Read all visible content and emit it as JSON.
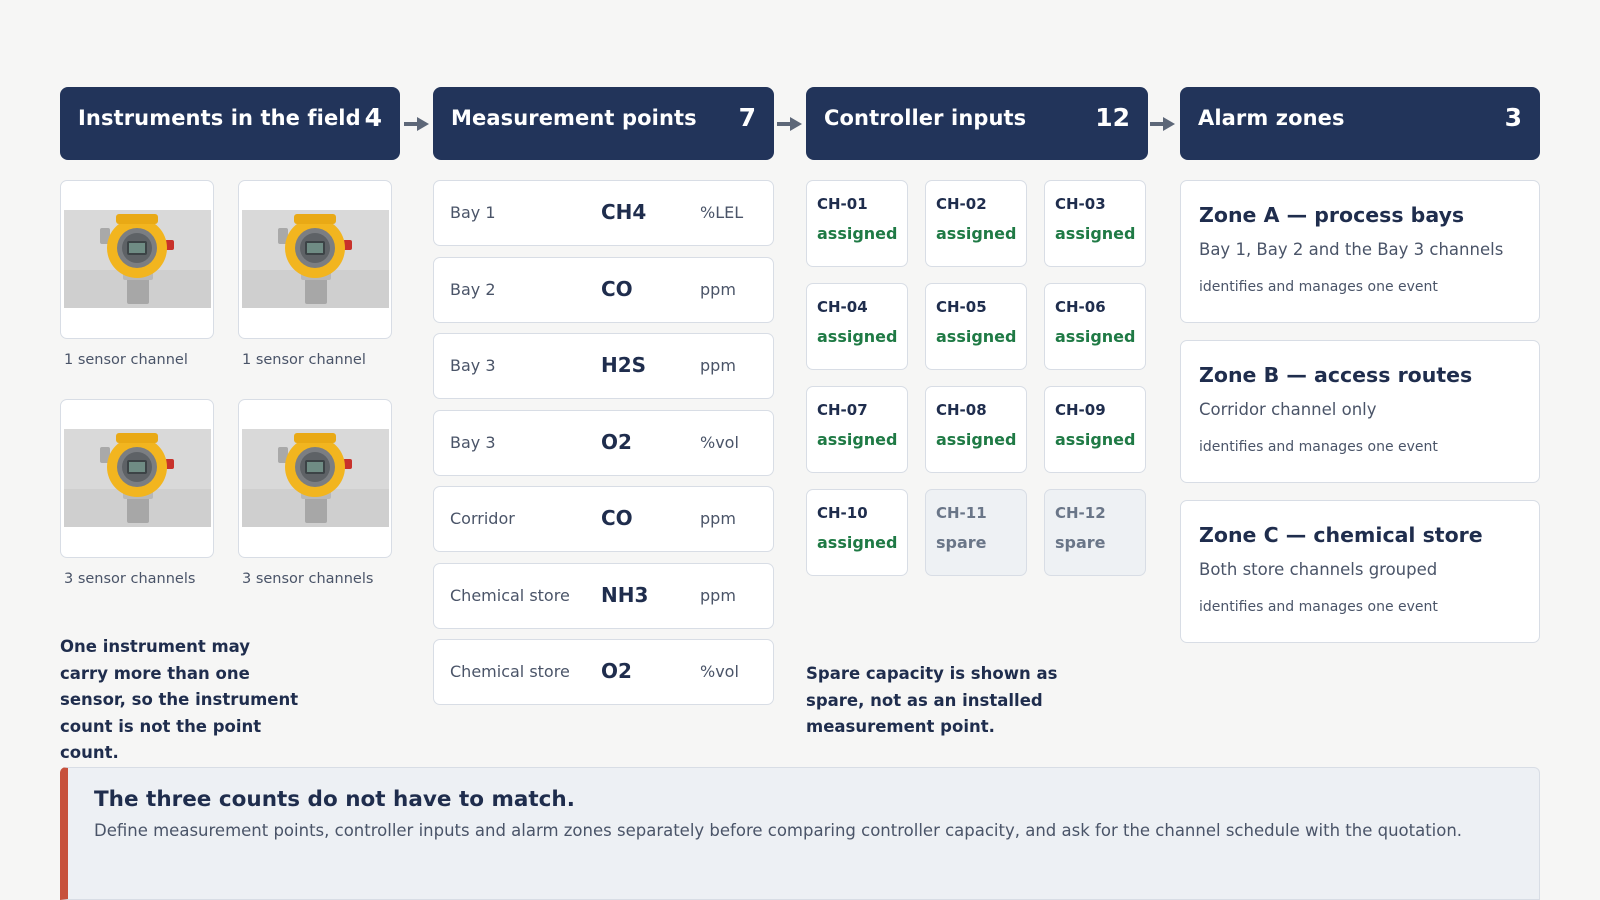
{
  "instruments": {
    "title": "Instruments in the field",
    "count": "4",
    "items": [
      {
        "caption": "1 sensor channel"
      },
      {
        "caption": "1 sensor channel"
      },
      {
        "caption": "3 sensor channels"
      },
      {
        "caption": "3 sensor channels"
      }
    ],
    "note": "One instrument may carry more than one sensor, so the instrument count is not the point count."
  },
  "measurement_points": {
    "title": "Measurement points",
    "count": "7",
    "items": [
      {
        "location": "Bay 1",
        "gas": "CH4",
        "unit": "%LEL"
      },
      {
        "location": "Bay 2",
        "gas": "CO",
        "unit": "ppm"
      },
      {
        "location": "Bay 3",
        "gas": "H2S",
        "unit": "ppm"
      },
      {
        "location": "Bay 3",
        "gas": "O2",
        "unit": "%vol"
      },
      {
        "location": "Corridor",
        "gas": "CO",
        "unit": "ppm"
      },
      {
        "location": "Chemical store",
        "gas": "NH3",
        "unit": "ppm"
      },
      {
        "location": "Chemical store",
        "gas": "O2",
        "unit": "%vol"
      }
    ]
  },
  "controller_inputs": {
    "title": "Controller inputs",
    "count": "12",
    "items": [
      {
        "id": "CH-01",
        "status": "assigned"
      },
      {
        "id": "CH-02",
        "status": "assigned"
      },
      {
        "id": "CH-03",
        "status": "assigned"
      },
      {
        "id": "CH-04",
        "status": "assigned"
      },
      {
        "id": "CH-05",
        "status": "assigned"
      },
      {
        "id": "CH-06",
        "status": "assigned"
      },
      {
        "id": "CH-07",
        "status": "assigned"
      },
      {
        "id": "CH-08",
        "status": "assigned"
      },
      {
        "id": "CH-09",
        "status": "assigned"
      },
      {
        "id": "CH-10",
        "status": "assigned"
      },
      {
        "id": "CH-11",
        "status": "spare"
      },
      {
        "id": "CH-12",
        "status": "spare"
      }
    ],
    "note": "Spare capacity is shown as spare, not as an installed measurement point."
  },
  "alarm_zones": {
    "title": "Alarm zones",
    "count": "3",
    "items": [
      {
        "title": "Zone A — process bays",
        "description": "Bay 1, Bay 2 and the Bay 3 channels",
        "footer": "identifies and manages one event"
      },
      {
        "title": "Zone B — access routes",
        "description": "Corridor channel only",
        "footer": "identifies and manages one event"
      },
      {
        "title": "Zone C — chemical store",
        "description": "Both store channels grouped",
        "footer": "identifies and manages one event"
      }
    ]
  },
  "callout": {
    "title": "The three counts do not have to match.",
    "text": "Define measurement points, controller inputs and alarm zones separately before comparing controller capacity, and ask for the channel schedule with the quotation."
  },
  "colors": {
    "header_bg": "#22345a",
    "assigned": "#1f7a45",
    "spare": "#6a7688",
    "accent": "#c7513c"
  },
  "icons": [
    "arrow-right-icon",
    "gas-detector-photo"
  ]
}
